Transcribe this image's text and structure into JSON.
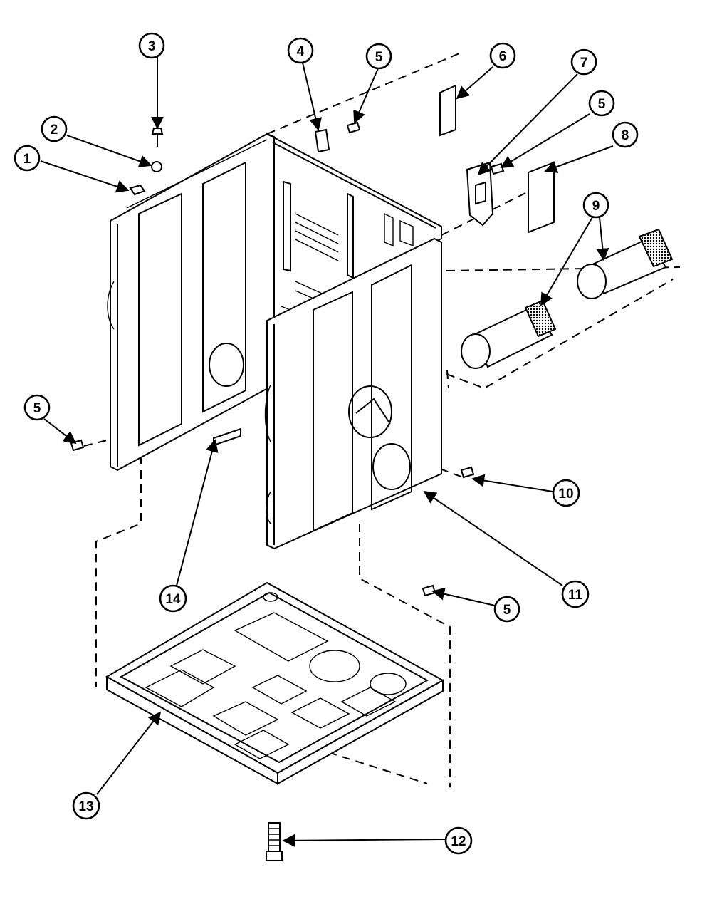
{
  "callouts": [
    {
      "id": "c1",
      "label": "1"
    },
    {
      "id": "c2",
      "label": "2"
    },
    {
      "id": "c3",
      "label": "3"
    },
    {
      "id": "c4",
      "label": "4"
    },
    {
      "id": "c5a",
      "label": "5"
    },
    {
      "id": "c6",
      "label": "6"
    },
    {
      "id": "c7",
      "label": "7"
    },
    {
      "id": "c5b",
      "label": "5"
    },
    {
      "id": "c8",
      "label": "8"
    },
    {
      "id": "c9",
      "label": "9"
    },
    {
      "id": "c5c",
      "label": "5"
    },
    {
      "id": "c10",
      "label": "10"
    },
    {
      "id": "c14",
      "label": "14"
    },
    {
      "id": "c11",
      "label": "11"
    },
    {
      "id": "c5d",
      "label": "5"
    },
    {
      "id": "c13",
      "label": "13"
    },
    {
      "id": "c12",
      "label": "12"
    }
  ]
}
